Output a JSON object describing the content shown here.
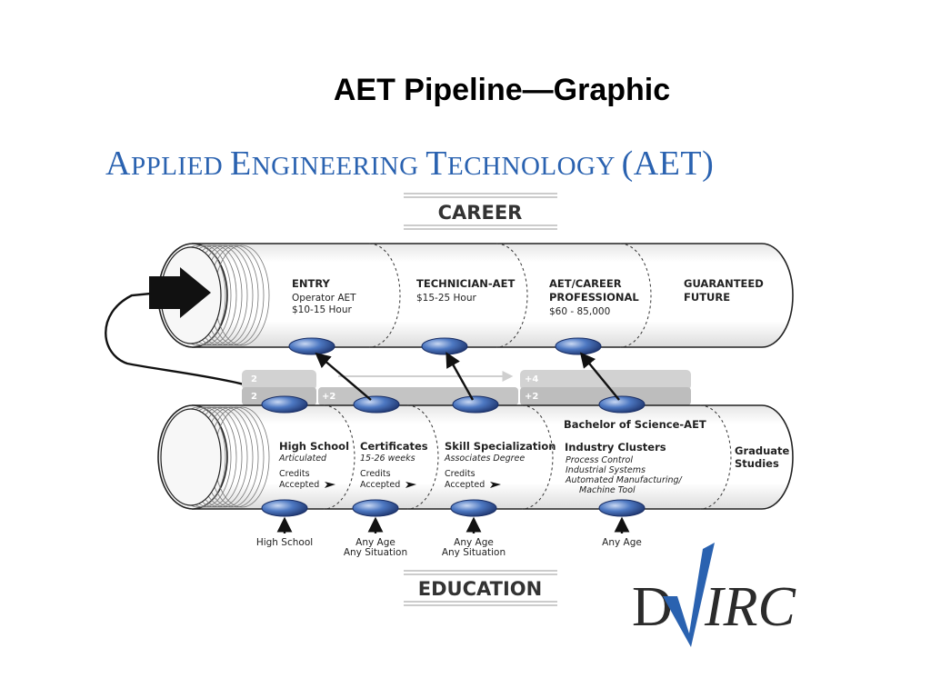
{
  "slide_title": "AET Pipeline—Graphic",
  "banner": "Applied Engineering Technology (AET)",
  "career_label": "CAREER",
  "education_label": "EDUCATION",
  "career_segments": [
    {
      "title": "ENTRY",
      "lines": [
        "Operator AET",
        "$10-15 Hour"
      ]
    },
    {
      "title": "TECHNICIAN-AET",
      "lines": [
        "$15-25 Hour"
      ]
    },
    {
      "title_lines": [
        "AET/CAREER",
        "PROFESSIONAL"
      ],
      "lines": [
        "$60 - 85,000"
      ]
    },
    {
      "title_lines": [
        "GUARANTEED",
        "FUTURE"
      ]
    }
  ],
  "ladder": {
    "upper_left": "2",
    "upper_right": "+4",
    "lower_left": "2",
    "lower_mid": "+2",
    "lower_right": "+2"
  },
  "education_segments": [
    {
      "title": "High School",
      "subtitle": "Articulated",
      "credits": [
        "Credits",
        "Accepted"
      ]
    },
    {
      "title": "Certificates",
      "subtitle": "15-26 weeks",
      "credits": [
        "Credits",
        "Accepted"
      ]
    },
    {
      "title": "Skill Specialization",
      "subtitle": "Associates Degree",
      "credits": [
        "Credits",
        "Accepted"
      ]
    },
    {
      "title": "Bachelor of Science-AET",
      "subtitle": "Industry Clusters",
      "items": [
        "Process Control",
        "Industrial Systems",
        "Automated Manufacturing/",
        "Machine Tool"
      ]
    },
    {
      "title_lines": [
        "Graduate",
        "Studies"
      ]
    }
  ],
  "entry_points": [
    {
      "lines": [
        "High School"
      ]
    },
    {
      "lines": [
        "Any Age",
        "Any Situation"
      ]
    },
    {
      "lines": [
        "Any Age",
        "Any Situation"
      ]
    },
    {
      "lines": [
        "Any Age"
      ]
    }
  ],
  "logo": {
    "left": "D",
    "right": "IRC",
    "accent_color": "#2a62b0"
  },
  "colors": {
    "banner": "#2a62b0",
    "valve": "#3d66b3",
    "ladder": "#cccccc"
  }
}
